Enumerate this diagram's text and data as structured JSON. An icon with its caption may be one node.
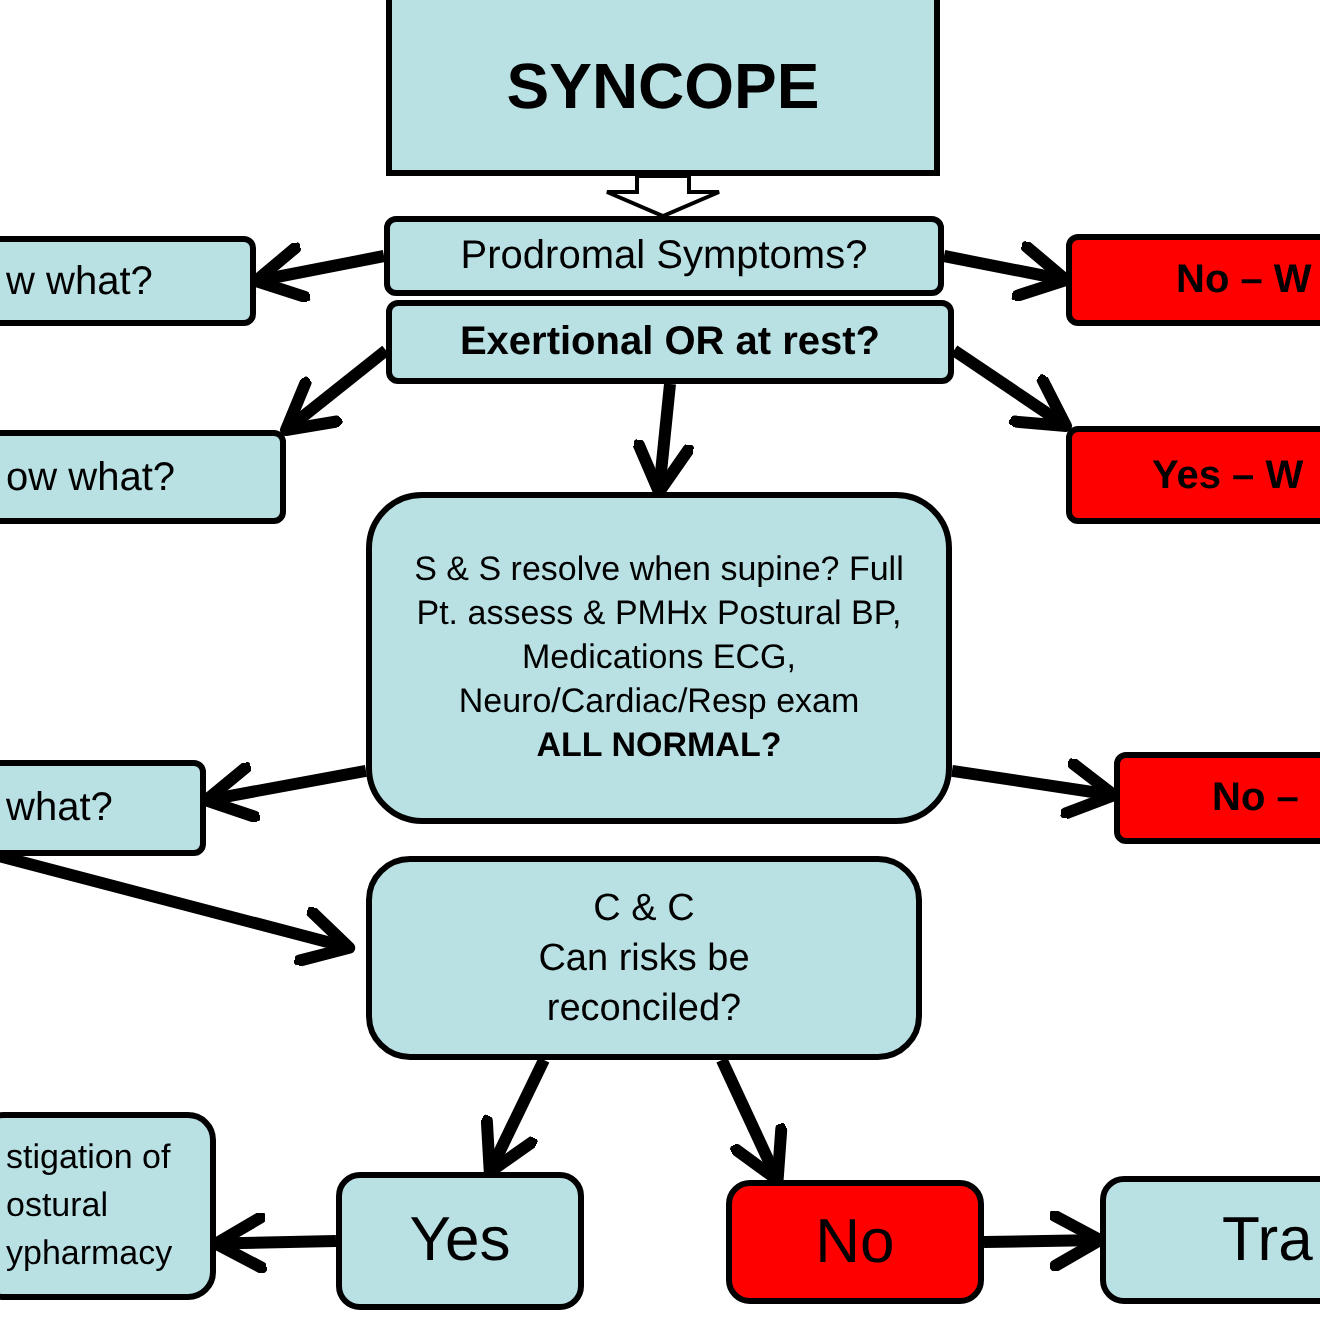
{
  "diagram": {
    "nodes": [
      {
        "text": [
          "SYNCOPE"
        ]
      },
      {
        "text": [
          "Prodromal Symptoms?"
        ]
      },
      {
        "text": [
          "Exertional OR at rest?"
        ]
      },
      {
        "text": [
          "w what?"
        ]
      },
      {
        "text": [
          "No – W"
        ]
      },
      {
        "text": [
          "ow what?"
        ]
      },
      {
        "text": [
          "Yes – W"
        ]
      },
      {
        "text": [
          "S & S resolve when supine? Full Pt. assess & PMHx Postural BP, Medications ECG, Neuro/Cardiac/Resp exam",
          "ALL NORMAL?"
        ]
      },
      {
        "text": [
          "what?"
        ]
      },
      {
        "text": [
          "No –"
        ]
      },
      {
        "text": [
          "C & C",
          "Can risks be reconciled?"
        ]
      },
      {
        "text": [
          "stigation of ostural ypharmacy"
        ]
      },
      {
        "text": [
          "Yes"
        ]
      },
      {
        "text": [
          "No"
        ]
      },
      {
        "text": [
          "Tra"
        ]
      }
    ],
    "edges": [
      {
        "from": 0,
        "to": 1,
        "arrow": "to",
        "style": "thick"
      },
      {
        "from": 1,
        "to": 3,
        "arrow": "to"
      },
      {
        "from": 1,
        "to": 4,
        "arrow": "to"
      },
      {
        "from": 2,
        "to": 5,
        "arrow": "to"
      },
      {
        "from": 2,
        "to": 6,
        "arrow": "to"
      },
      {
        "from": 2,
        "to": 7,
        "arrow": "to"
      },
      {
        "from": 7,
        "to": 8,
        "arrow": "to"
      },
      {
        "from": 7,
        "to": 9,
        "arrow": "to"
      },
      {
        "from": 8,
        "to": 10,
        "arrow": "to"
      },
      {
        "from": 10,
        "to": 12,
        "arrow": "to"
      },
      {
        "from": 10,
        "to": 13,
        "arrow": "to"
      },
      {
        "from": 12,
        "to": 11,
        "arrow": "to"
      },
      {
        "from": 13,
        "to": 14,
        "arrow": "to"
      }
    ]
  }
}
